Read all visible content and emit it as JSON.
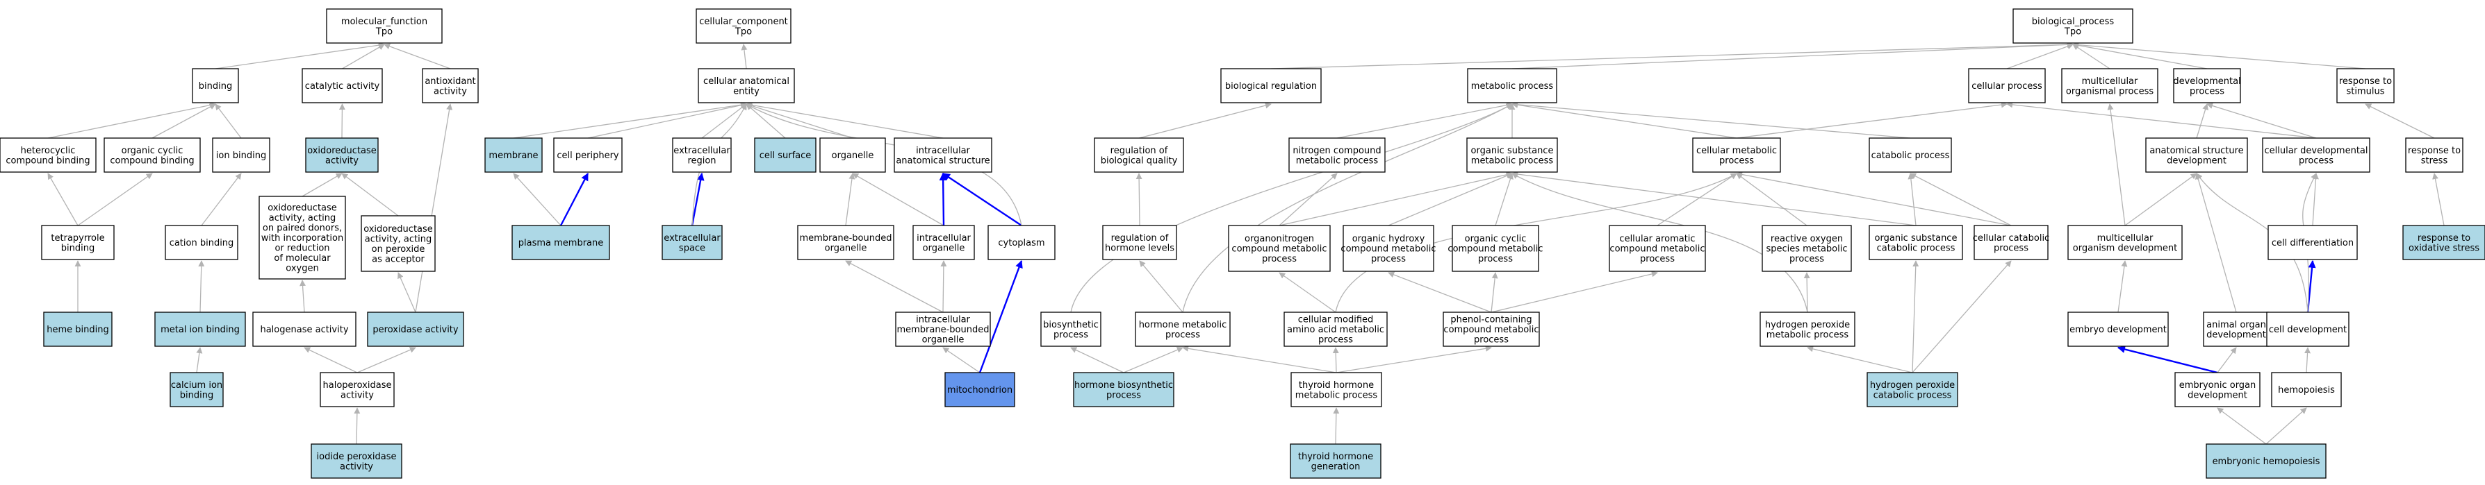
{
  "colors": {
    "default_fill": "#ffffff",
    "annotated_fill": "#add8e6",
    "query_fill": "#6495ed",
    "edge_gray": "#b3b3b3",
    "edge_blue": "#0000ff"
  },
  "nodes": [
    {
      "id": "mf",
      "label": [
        "molecular_function",
        "Tpo"
      ],
      "fill": "white"
    },
    {
      "id": "binding",
      "label": [
        "binding"
      ],
      "fill": "white"
    },
    {
      "id": "catalytic",
      "label": [
        "catalytic activity"
      ],
      "fill": "white"
    },
    {
      "id": "antioxidant",
      "label": [
        "antioxidant",
        "activity"
      ],
      "fill": "white"
    },
    {
      "id": "hetero",
      "label": [
        "heterocyclic",
        "compound binding"
      ],
      "fill": "white"
    },
    {
      "id": "orgcyc_bind",
      "label": [
        "organic cyclic",
        "compound binding"
      ],
      "fill": "white"
    },
    {
      "id": "ion_bind",
      "label": [
        "ion binding"
      ],
      "fill": "white"
    },
    {
      "id": "oxidoreductase",
      "label": [
        "oxidoreductase",
        "activity"
      ],
      "fill": "blue"
    },
    {
      "id": "tetrapyrrole",
      "label": [
        "tetrapyrrole",
        "binding"
      ],
      "fill": "white"
    },
    {
      "id": "cation_bind",
      "label": [
        "cation binding"
      ],
      "fill": "white"
    },
    {
      "id": "oxi_paired",
      "label": [
        "oxidoreductase",
        "activity, acting",
        "on paired donors,",
        "with incorporation",
        "or reduction",
        "of molecular",
        "oxygen"
      ],
      "fill": "white"
    },
    {
      "id": "oxi_peroxide",
      "label": [
        "oxidoreductase",
        "activity, acting",
        "on peroxide",
        "as acceptor"
      ],
      "fill": "white"
    },
    {
      "id": "heme",
      "label": [
        "heme binding"
      ],
      "fill": "blue"
    },
    {
      "id": "metal_ion",
      "label": [
        "metal ion binding"
      ],
      "fill": "blue"
    },
    {
      "id": "halogenase",
      "label": [
        "halogenase activity"
      ],
      "fill": "white"
    },
    {
      "id": "peroxidase",
      "label": [
        "peroxidase activity"
      ],
      "fill": "blue"
    },
    {
      "id": "calcium",
      "label": [
        "calcium ion",
        "binding"
      ],
      "fill": "blue"
    },
    {
      "id": "haloperox",
      "label": [
        "haloperoxidase",
        "activity"
      ],
      "fill": "white"
    },
    {
      "id": "iodide",
      "label": [
        "iodide peroxidase",
        "activity"
      ],
      "fill": "blue"
    },
    {
      "id": "cc",
      "label": [
        "cellular_component",
        "Tpo"
      ],
      "fill": "white"
    },
    {
      "id": "cae",
      "label": [
        "cellular anatomical",
        "entity"
      ],
      "fill": "white"
    },
    {
      "id": "membrane",
      "label": [
        "membrane"
      ],
      "fill": "blue"
    },
    {
      "id": "cell_periph",
      "label": [
        "cell periphery"
      ],
      "fill": "white"
    },
    {
      "id": "extra_region",
      "label": [
        "extracellular",
        "region"
      ],
      "fill": "white"
    },
    {
      "id": "cell_surface",
      "label": [
        "cell surface"
      ],
      "fill": "blue"
    },
    {
      "id": "organelle",
      "label": [
        "organelle"
      ],
      "fill": "white"
    },
    {
      "id": "intra_struct",
      "label": [
        "intracellular",
        "anatomical structure"
      ],
      "fill": "white"
    },
    {
      "id": "plasma",
      "label": [
        "plasma membrane"
      ],
      "fill": "blue"
    },
    {
      "id": "extra_space",
      "label": [
        "extracellular",
        "space"
      ],
      "fill": "blue"
    },
    {
      "id": "mem_org",
      "label": [
        "membrane-bounded",
        "organelle"
      ],
      "fill": "white"
    },
    {
      "id": "intra_org",
      "label": [
        "intracellular",
        "organelle"
      ],
      "fill": "white"
    },
    {
      "id": "cytoplasm",
      "label": [
        "cytoplasm"
      ],
      "fill": "white"
    },
    {
      "id": "intra_mem_org",
      "label": [
        "intracellular",
        "membrane-bounded",
        "organelle"
      ],
      "fill": "white"
    },
    {
      "id": "mito",
      "label": [
        "mitochondrion"
      ],
      "fill": "query"
    },
    {
      "id": "bp",
      "label": [
        "biological_process",
        "Tpo"
      ],
      "fill": "white"
    },
    {
      "id": "bio_reg",
      "label": [
        "biological regulation"
      ],
      "fill": "white"
    },
    {
      "id": "metabolic",
      "label": [
        "metabolic process"
      ],
      "fill": "white"
    },
    {
      "id": "cellular_proc",
      "label": [
        "cellular process"
      ],
      "fill": "white"
    },
    {
      "id": "multi_org",
      "label": [
        "multicellular",
        "organismal process"
      ],
      "fill": "white"
    },
    {
      "id": "dev_proc",
      "label": [
        "developmental",
        "process"
      ],
      "fill": "white"
    },
    {
      "id": "resp_stim",
      "label": [
        "response to",
        "stimulus"
      ],
      "fill": "white"
    },
    {
      "id": "reg_bio_qual",
      "label": [
        "regulation of",
        "biological quality"
      ],
      "fill": "white"
    },
    {
      "id": "nitrogen",
      "label": [
        "nitrogen compound",
        "metabolic process"
      ],
      "fill": "white"
    },
    {
      "id": "org_sub_met",
      "label": [
        "organic substance",
        "metabolic process"
      ],
      "fill": "white"
    },
    {
      "id": "cell_met",
      "label": [
        "cellular metabolic",
        "process"
      ],
      "fill": "white"
    },
    {
      "id": "catabolic",
      "label": [
        "catabolic process"
      ],
      "fill": "white"
    },
    {
      "id": "anat_dev",
      "label": [
        "anatomical structure",
        "development"
      ],
      "fill": "white"
    },
    {
      "id": "cell_dev_proc",
      "label": [
        "cellular developmental",
        "process"
      ],
      "fill": "white"
    },
    {
      "id": "resp_stress",
      "label": [
        "response to",
        "stress"
      ],
      "fill": "white"
    },
    {
      "id": "reg_hormone",
      "label": [
        "regulation of",
        "hormone levels"
      ],
      "fill": "white"
    },
    {
      "id": "orgnitro",
      "label": [
        "organonitrogen",
        "compound metabolic",
        "process"
      ],
      "fill": "white"
    },
    {
      "id": "org_hydroxy",
      "label": [
        "organic hydroxy",
        "compound metabolic",
        "process"
      ],
      "fill": "white"
    },
    {
      "id": "org_cyclic_met",
      "label": [
        "organic cyclic",
        "compound metabolic",
        "process"
      ],
      "fill": "white"
    },
    {
      "id": "cell_arom",
      "label": [
        "cellular aromatic",
        "compound metabolic",
        "process"
      ],
      "fill": "white"
    },
    {
      "id": "ros",
      "label": [
        "reactive oxygen",
        "species metabolic",
        "process"
      ],
      "fill": "white"
    },
    {
      "id": "org_sub_cat",
      "label": [
        "organic substance",
        "catabolic process"
      ],
      "fill": "white"
    },
    {
      "id": "cell_cat",
      "label": [
        "cellular catabolic",
        "process"
      ],
      "fill": "white"
    },
    {
      "id": "multi_dev",
      "label": [
        "multicellular",
        "organism development"
      ],
      "fill": "white"
    },
    {
      "id": "cell_diff",
      "label": [
        "cell differentiation"
      ],
      "fill": "white"
    },
    {
      "id": "resp_oxid",
      "label": [
        "response to",
        "oxidative stress"
      ],
      "fill": "blue"
    },
    {
      "id": "biosynth",
      "label": [
        "biosynthetic",
        "process"
      ],
      "fill": "white"
    },
    {
      "id": "hormone_met",
      "label": [
        "hormone metabolic",
        "process"
      ],
      "fill": "white"
    },
    {
      "id": "cell_mod_aa",
      "label": [
        "cellular modified",
        "amino acid metabolic",
        "process"
      ],
      "fill": "white"
    },
    {
      "id": "phenol",
      "label": [
        "phenol-containing",
        "compound metabolic",
        "process"
      ],
      "fill": "white"
    },
    {
      "id": "h2o2_met",
      "label": [
        "hydrogen peroxide",
        "metabolic process"
      ],
      "fill": "white"
    },
    {
      "id": "embryo_dev",
      "label": [
        "embryo development"
      ],
      "fill": "white"
    },
    {
      "id": "animal_organ",
      "label": [
        "animal organ",
        "development"
      ],
      "fill": "white"
    },
    {
      "id": "cell_dev",
      "label": [
        "cell development"
      ],
      "fill": "white"
    },
    {
      "id": "hormone_bio",
      "label": [
        "hormone biosynthetic",
        "process"
      ],
      "fill": "blue"
    },
    {
      "id": "thyroid_met",
      "label": [
        "thyroid hormone",
        "metabolic process"
      ],
      "fill": "white"
    },
    {
      "id": "h2o2_cat",
      "label": [
        "hydrogen peroxide",
        "catabolic process"
      ],
      "fill": "blue"
    },
    {
      "id": "embryo_organ",
      "label": [
        "embryonic organ",
        "development"
      ],
      "fill": "white"
    },
    {
      "id": "hemopoiesis",
      "label": [
        "hemopoiesis"
      ],
      "fill": "white"
    },
    {
      "id": "thyroid_gen",
      "label": [
        "thyroid hormone",
        "generation"
      ],
      "fill": "blue"
    },
    {
      "id": "emb_hemo",
      "label": [
        "embryonic hemopoiesis"
      ],
      "fill": "blue"
    }
  ],
  "edges": [
    [
      "binding",
      "mf",
      "gray"
    ],
    [
      "catalytic",
      "mf",
      "gray"
    ],
    [
      "antioxidant",
      "mf",
      "gray"
    ],
    [
      "hetero",
      "binding",
      "gray"
    ],
    [
      "orgcyc_bind",
      "binding",
      "gray"
    ],
    [
      "ion_bind",
      "binding",
      "gray"
    ],
    [
      "oxidoreductase",
      "catalytic",
      "gray"
    ],
    [
      "tetrapyrrole",
      "hetero",
      "gray"
    ],
    [
      "tetrapyrrole",
      "orgcyc_bind",
      "gray"
    ],
    [
      "cation_bind",
      "ion_bind",
      "gray"
    ],
    [
      "oxi_paired",
      "oxidoreductase",
      "gray"
    ],
    [
      "oxi_peroxide",
      "oxidoreductase",
      "gray"
    ],
    [
      "heme",
      "tetrapyrrole",
      "gray"
    ],
    [
      "metal_ion",
      "cation_bind",
      "gray"
    ],
    [
      "halogenase",
      "oxi_paired",
      "gray"
    ],
    [
      "peroxidase",
      "oxi_peroxide",
      "gray"
    ],
    [
      "peroxidase",
      "antioxidant",
      "gray"
    ],
    [
      "calcium",
      "metal_ion",
      "gray"
    ],
    [
      "haloperox",
      "halogenase",
      "gray"
    ],
    [
      "haloperox",
      "peroxidase",
      "gray"
    ],
    [
      "iodide",
      "haloperox",
      "gray"
    ],
    [
      "cae",
      "cc",
      "gray"
    ],
    [
      "membrane",
      "cae",
      "gray"
    ],
    [
      "cell_periph",
      "cae",
      "gray"
    ],
    [
      "extra_region",
      "cae",
      "gray"
    ],
    [
      "cell_surface",
      "cae",
      "gray"
    ],
    [
      "organelle",
      "cae",
      "gray"
    ],
    [
      "intra_struct",
      "cae",
      "gray"
    ],
    [
      "plasma",
      "membrane",
      "gray"
    ],
    [
      "plasma",
      "cell_periph",
      "blue"
    ],
    [
      "extra_space",
      "extra_region",
      "blue"
    ],
    [
      "extra_space",
      "cae",
      "gray"
    ],
    [
      "mem_org",
      "organelle",
      "gray"
    ],
    [
      "intra_org",
      "organelle",
      "gray"
    ],
    [
      "intra_org",
      "intra_struct",
      "blue"
    ],
    [
      "cytoplasm",
      "intra_struct",
      "blue"
    ],
    [
      "cytoplasm",
      "cae",
      "gray"
    ],
    [
      "intra_mem_org",
      "mem_org",
      "gray"
    ],
    [
      "intra_mem_org",
      "intra_org",
      "gray"
    ],
    [
      "mito",
      "intra_mem_org",
      "gray"
    ],
    [
      "mito",
      "cytoplasm",
      "blue"
    ],
    [
      "bio_reg",
      "bp",
      "gray"
    ],
    [
      "metabolic",
      "bp",
      "gray"
    ],
    [
      "cellular_proc",
      "bp",
      "gray"
    ],
    [
      "multi_org",
      "bp",
      "gray"
    ],
    [
      "dev_proc",
      "bp",
      "gray"
    ],
    [
      "resp_stim",
      "bp",
      "gray"
    ],
    [
      "reg_bio_qual",
      "bio_reg",
      "gray"
    ],
    [
      "nitrogen",
      "metabolic",
      "gray"
    ],
    [
      "org_sub_met",
      "metabolic",
      "gray"
    ],
    [
      "cell_met",
      "metabolic",
      "gray"
    ],
    [
      "cell_met",
      "cellular_proc",
      "gray"
    ],
    [
      "catabolic",
      "metabolic",
      "gray"
    ],
    [
      "anat_dev",
      "dev_proc",
      "gray"
    ],
    [
      "cell_dev_proc",
      "dev_proc",
      "gray"
    ],
    [
      "cell_dev_proc",
      "cellular_proc",
      "gray"
    ],
    [
      "resp_stress",
      "resp_stim",
      "gray"
    ],
    [
      "reg_hormone",
      "reg_bio_qual",
      "gray"
    ],
    [
      "orgnitro",
      "nitrogen",
      "gray"
    ],
    [
      "orgnitro",
      "org_sub_met",
      "gray"
    ],
    [
      "org_hydroxy",
      "org_sub_met",
      "gray"
    ],
    [
      "org_cyclic_met",
      "org_sub_met",
      "gray"
    ],
    [
      "cell_arom",
      "cell_met",
      "gray"
    ],
    [
      "ros",
      "cell_met",
      "gray"
    ],
    [
      "org_sub_cat",
      "org_sub_met",
      "gray"
    ],
    [
      "org_sub_cat",
      "catabolic",
      "gray"
    ],
    [
      "cell_cat",
      "cell_met",
      "gray"
    ],
    [
      "cell_cat",
      "catabolic",
      "gray"
    ],
    [
      "multi_dev",
      "anat_dev",
      "gray"
    ],
    [
      "multi_dev",
      "multi_org",
      "gray"
    ],
    [
      "cell_diff",
      "cell_dev_proc",
      "gray"
    ],
    [
      "resp_oxid",
      "resp_stress",
      "gray"
    ],
    [
      "biosynth",
      "metabolic",
      "gray"
    ],
    [
      "hormone_met",
      "reg_hormone",
      "gray"
    ],
    [
      "hormone_met",
      "metabolic",
      "gray"
    ],
    [
      "cell_mod_aa",
      "orgnitro",
      "gray"
    ],
    [
      "cell_mod_aa",
      "cell_met",
      "gray"
    ],
    [
      "phenol",
      "org_hydroxy",
      "gray"
    ],
    [
      "phenol",
      "org_cyclic_met",
      "gray"
    ],
    [
      "phenol",
      "cell_arom",
      "gray"
    ],
    [
      "h2o2_met",
      "ros",
      "gray"
    ],
    [
      "h2o2_met",
      "org_sub_met",
      "gray"
    ],
    [
      "embryo_dev",
      "multi_dev",
      "gray"
    ],
    [
      "animal_organ",
      "anat_dev",
      "gray"
    ],
    [
      "cell_dev",
      "cell_diff",
      "blue"
    ],
    [
      "cell_dev",
      "anat_dev",
      "gray"
    ],
    [
      "cell_dev",
      "cell_dev_proc",
      "gray"
    ],
    [
      "hormone_bio",
      "hormone_met",
      "gray"
    ],
    [
      "hormone_bio",
      "biosynth",
      "gray"
    ],
    [
      "thyroid_met",
      "hormone_met",
      "gray"
    ],
    [
      "thyroid_met",
      "cell_mod_aa",
      "gray"
    ],
    [
      "thyroid_met",
      "phenol",
      "gray"
    ],
    [
      "h2o2_cat",
      "h2o2_met",
      "gray"
    ],
    [
      "h2o2_cat",
      "org_sub_cat",
      "gray"
    ],
    [
      "h2o2_cat",
      "cell_cat",
      "gray"
    ],
    [
      "embryo_organ",
      "embryo_dev",
      "blue"
    ],
    [
      "embryo_organ",
      "animal_organ",
      "gray"
    ],
    [
      "hemopoiesis",
      "cell_dev",
      "gray"
    ],
    [
      "thyroid_gen",
      "thyroid_met",
      "gray"
    ],
    [
      "emb_hemo",
      "embryo_organ",
      "gray"
    ],
    [
      "emb_hemo",
      "hemopoiesis",
      "gray"
    ]
  ]
}
